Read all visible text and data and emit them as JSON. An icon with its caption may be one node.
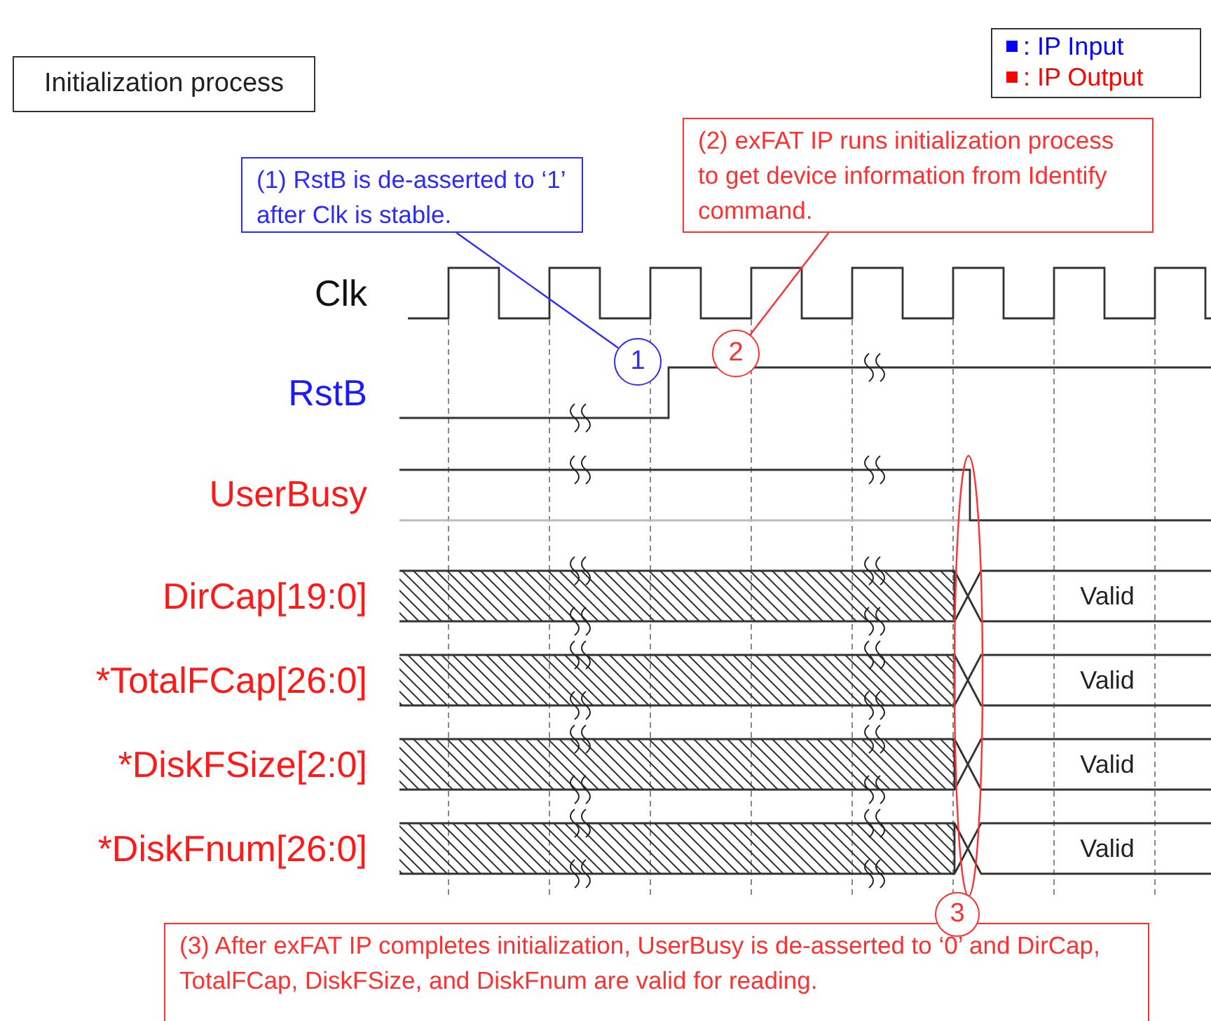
{
  "diagram": {
    "nodes": [
      {
        "text": [
          "Initialization process"
        ]
      },
      {
        "text": [
          "(1) RstB is de-asserted to ‘1’ after Clk is stable."
        ]
      },
      {
        "text": [
          "(2) exFAT IP runs initialization process to get device information from Identify command."
        ]
      },
      {
        "text": [
          "1"
        ]
      },
      {
        "text": [
          "2"
        ]
      },
      {
        "text": [
          "(3) After exFAT IP completes initialization, UserBusy is de-asserted to ‘0’ and DirCap, TotalFCap, DiskFSize, and DiskFnum are valid for reading."
        ]
      },
      {
        "text": [
          "3"
        ]
      }
    ],
    "edges": [
      {
        "from": 1,
        "to": 3,
        "arrow": "none",
        "color": "#2b2bff"
      },
      {
        "from": 2,
        "to": 4,
        "arrow": "none",
        "color": "#ff3030"
      }
    ],
    "labels": [
      "Clk",
      "RstB",
      "UserBusy",
      "DirCap[19:0]",
      "*TotalFCap[26:0]",
      "*DiskFSize[2:0]",
      "*DiskFnum[26:0]",
      "Valid",
      "Valid",
      "Valid",
      "Valid"
    ],
    "legend": [
      {
        "text": ": IP Input",
        "color": "#0000ff"
      },
      {
        "text": ": IP Output",
        "color": "#ff0000"
      }
    ]
  }
}
